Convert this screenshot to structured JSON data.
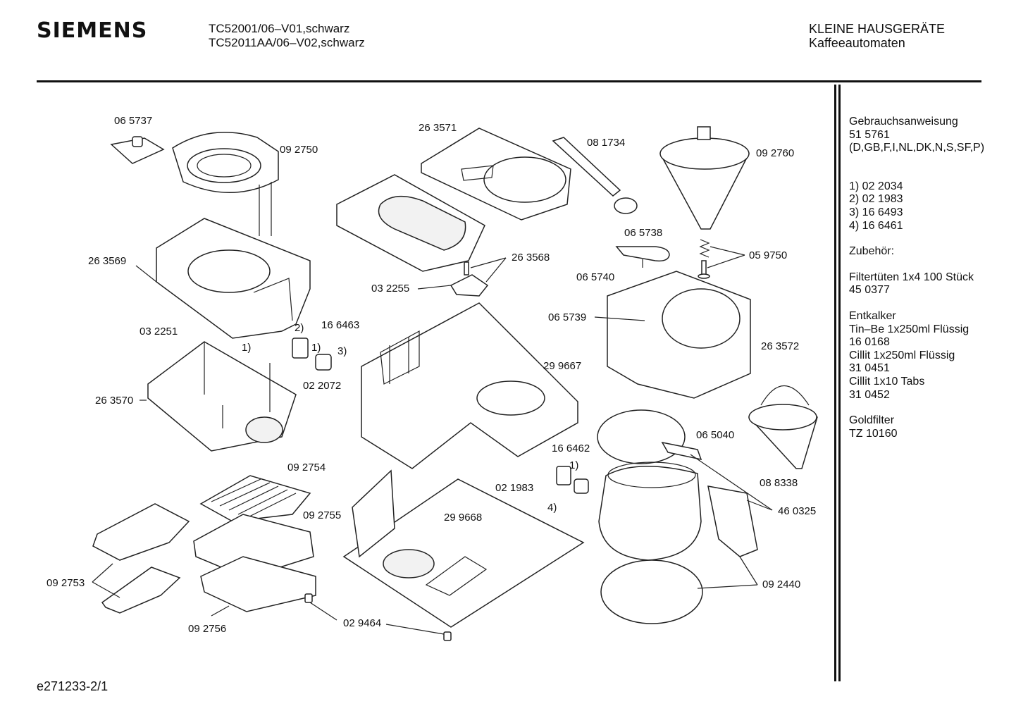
{
  "header": {
    "brand": "SIEMENS",
    "model_line_1": "TC52001/06–V01,schwarz",
    "model_line_2": "TC52011AA/06–V02,schwarz",
    "category_line_1": "KLEINE HAUSGERÄTE",
    "category_line_2": "Kaffeeautomaten"
  },
  "footer": {
    "doc_id": "e271233-2/1"
  },
  "sidebar": {
    "manual_title": "Gebrauchsanweisung",
    "manual_number": "51 5761",
    "manual_languages": "(D,GB,F,I,NL,DK,N,S,SF,P)",
    "notes": [
      "1)  02 2034",
      "2)  02 1983",
      "3)  16 6493",
      "4)  16  6461"
    ],
    "accessories_title": "Zubehör:",
    "filter_name": "Filtertüten 1x4 100 Stück",
    "filter_number": "45 0377",
    "descaler_title": "Entkalker",
    "descaler_1_name": "Tin–Be 1x250ml Flüssig",
    "descaler_1_number": "16 0168",
    "descaler_2_name": "Cillit 1x250ml Flüssig",
    "descaler_2_number": "31 0451",
    "descaler_3_name": "Cillit 1x10 Tabs",
    "descaler_3_number": "31 0452",
    "goldfilter_title": "Goldfilter",
    "goldfilter_number": "TZ 10160"
  },
  "part_labels": [
    "06 5737",
    "09 2750",
    "26 3571",
    "08 1734",
    "09 2760",
    "26 3569",
    "26 3568",
    "06 5738",
    "05 9750",
    "03 2255",
    "06 5740",
    "06 5739",
    "03 2251",
    "2)",
    "16 6463",
    "1)",
    "1)",
    "3)",
    "26 3572",
    "02 2072",
    "29 9667",
    "26 3570",
    "06 5040",
    "16 6462",
    "1)",
    "09 2754",
    "02 1983",
    "08 8338",
    "4)",
    "46 0325",
    "09 2755",
    "29 9668",
    "09 2753",
    "09 2440",
    "09 2756",
    "02 9464"
  ]
}
